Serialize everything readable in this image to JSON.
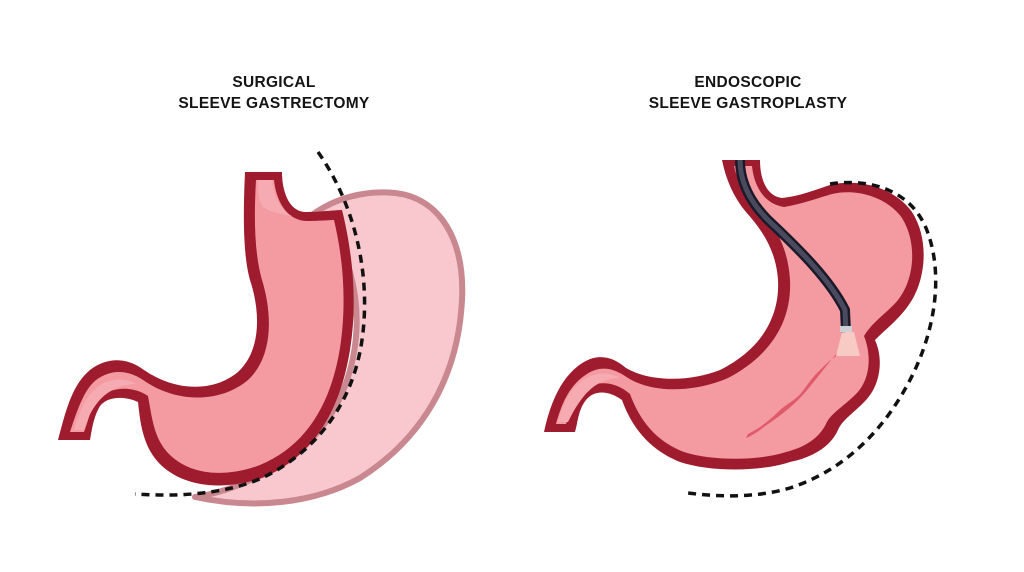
{
  "panels": [
    {
      "title_line1": "SURGICAL",
      "title_line2": "SLEEVE GASTRECTOMY"
    },
    {
      "title_line1": "ENDOSCOPIC",
      "title_line2": "SLEEVE GASTROPLASTY"
    }
  ],
  "colors": {
    "stomach_wall": "#9e1c2d",
    "stomach_fill": "#f49ba2",
    "removed_part_fill": "#f8c8ce",
    "removed_part_outline": "#c98790",
    "esophagus_inner": "#f6aab1",
    "suture_line": "#df5a6b",
    "endoscope": "#2a2a3a",
    "cut_line": "#111111",
    "background": "#ffffff"
  },
  "icons": {
    "endoscope": "endoscope-icon"
  }
}
